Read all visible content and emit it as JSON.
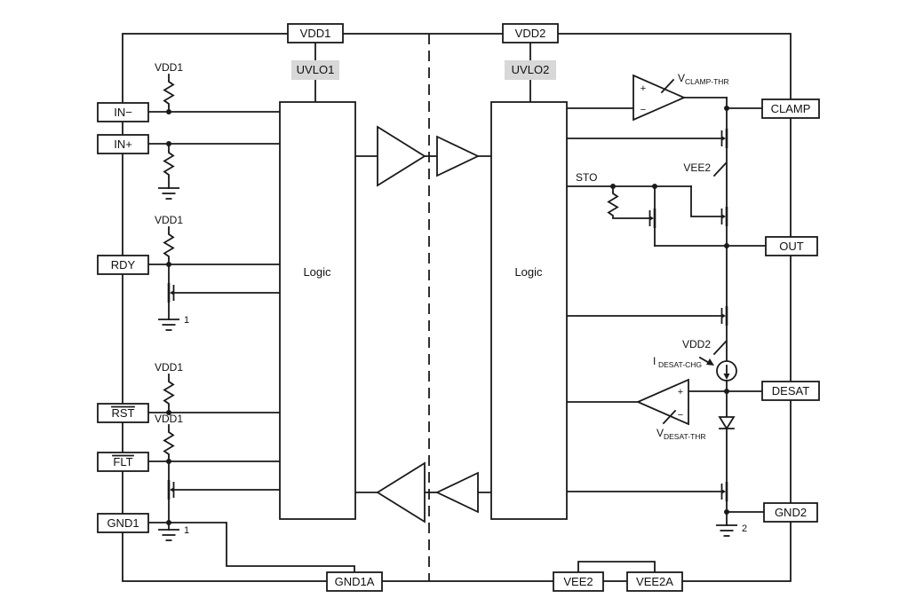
{
  "meta": {
    "description": "Isolated gate driver functional block diagram"
  },
  "pins": {
    "vdd1": "VDD1",
    "vdd2": "VDD2",
    "in_minus": "IN−",
    "in_plus": "IN+",
    "rdy": "RDY",
    "rst": "RST",
    "flt": "FLT",
    "gnd1": "GND1",
    "gnd1a": "GND1A",
    "clamp": "CLAMP",
    "out": "OUT",
    "desat": "DESAT",
    "gnd2": "GND2",
    "vee2": "VEE2",
    "vee2a": "VEE2A"
  },
  "blocks": {
    "uvlo1": "UVLO1",
    "uvlo2": "UVLO2",
    "logic_left": "Logic",
    "logic_right": "Logic"
  },
  "rails": {
    "vdd1_in_minus": "VDD1",
    "vdd1_rdy": "VDD1",
    "vdd1_rst": "VDD1",
    "vdd1_flt": "VDD1",
    "vee2_internal": "VEE2",
    "vdd2_internal": "VDD2"
  },
  "signals": {
    "sto": "STO"
  },
  "references": {
    "gnd1_ref_a": "1",
    "gnd1_ref_b": "1",
    "gnd2_ref": "2"
  },
  "quantities": {
    "v_clamp_thr": {
      "base": "V",
      "sub": "CLAMP-THR"
    },
    "v_desat_thr": {
      "base": "V",
      "sub": "DESAT-THR"
    },
    "i_desat_chg": {
      "base": "I",
      "sub": "DESAT-CHG"
    }
  },
  "comparators": {
    "clamp": {
      "plus": "+",
      "minus": "−"
    },
    "desat": {
      "plus": "+",
      "minus": "−"
    }
  },
  "colors": {
    "line": "#1a1a1a",
    "uvlo_fill": "#d8d8d8",
    "background": "#ffffff"
  }
}
